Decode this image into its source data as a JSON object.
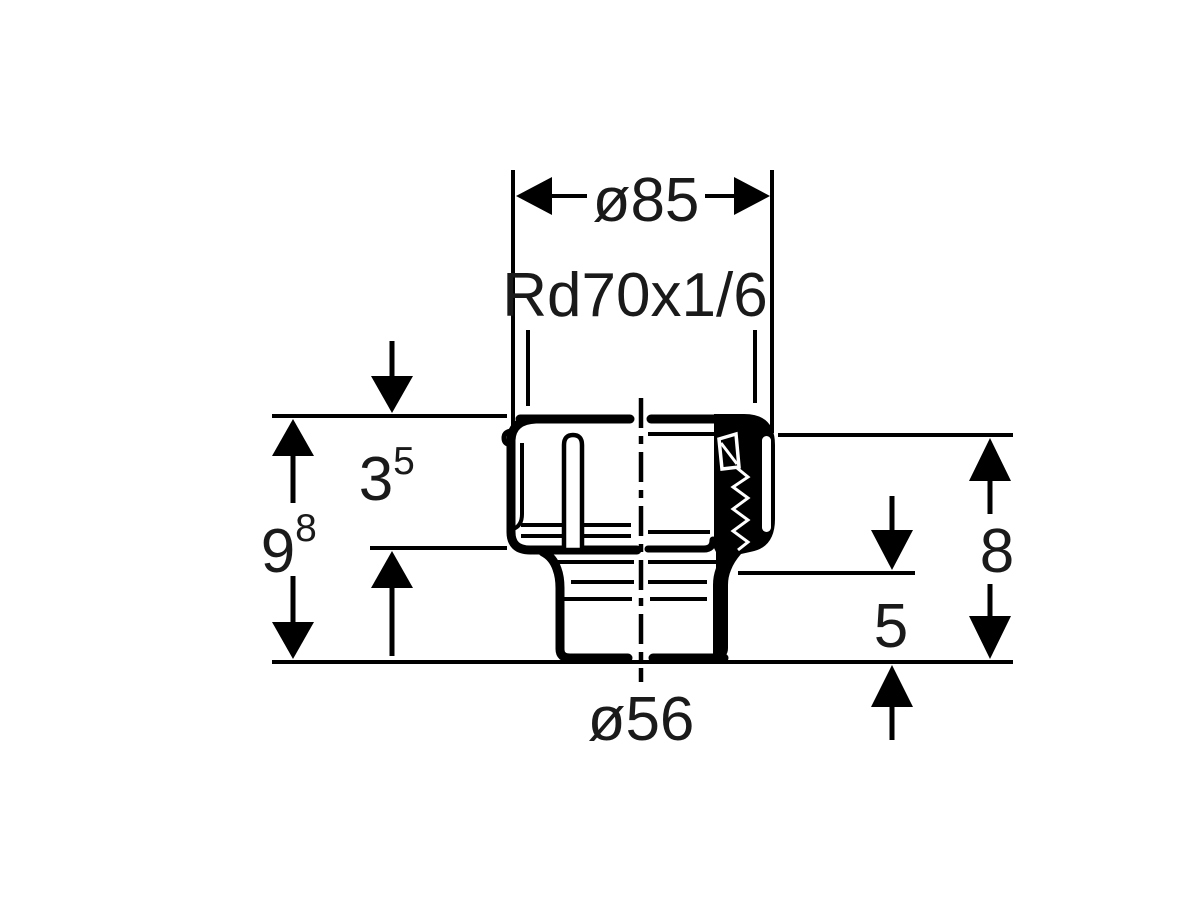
{
  "drawing": {
    "title": "pipe-fitting-dimension-drawing",
    "background_color": "#ffffff",
    "line_color": "#000000",
    "labels": {
      "diameter_top": "ø85",
      "thread": "Rd70x1/6",
      "height_upper_base": "3",
      "height_upper_sup": "5",
      "height_total_base": "9",
      "height_total_sup": "8",
      "height_right": "8",
      "depth_right": "5",
      "diameter_bottom": "ø56"
    }
  }
}
